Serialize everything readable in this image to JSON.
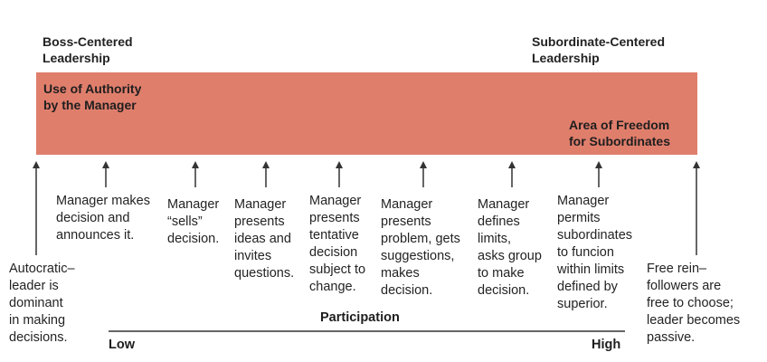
{
  "header": {
    "left_line1": "Boss-Centered",
    "left_line2": "Leadership",
    "right_line1": "Subordinate-Centered",
    "right_line2": "Leadership"
  },
  "band": {
    "authority_line1": "Use of Authority",
    "authority_line2": "by the Manager",
    "freedom_line1": "Area of Freedom",
    "freedom_line2": "for Subordinates",
    "color": "#e07e6c"
  },
  "descriptions": [
    {
      "lines": [
        "Autocratic–",
        "leader is",
        "dominant",
        "in making",
        "decisions."
      ]
    },
    {
      "lines": [
        "Manager makes",
        "decision and",
        "announces it."
      ]
    },
    {
      "lines": [
        "Manager",
        "“sells”",
        "decision."
      ]
    },
    {
      "lines": [
        "Manager",
        "presents",
        "ideas and",
        "invites",
        "questions."
      ]
    },
    {
      "lines": [
        "Manager",
        "presents",
        "tentative",
        "decision",
        "subject to",
        "change."
      ]
    },
    {
      "lines": [
        "Manager",
        "presents",
        "problem, gets",
        "suggestions,",
        "makes",
        "decision."
      ]
    },
    {
      "lines": [
        "Manager",
        "defines",
        "limits,",
        "asks group",
        "to make",
        "decision."
      ]
    },
    {
      "lines": [
        "Manager",
        "permits",
        "subordinates",
        "to funcion",
        "within limits",
        "defined by",
        "superior."
      ]
    },
    {
      "lines": [
        "Free rein–",
        "followers are",
        "free to choose;",
        "leader becomes",
        "passive."
      ]
    }
  ],
  "axis": {
    "title": "Participation",
    "low": "Low",
    "high": "High"
  }
}
